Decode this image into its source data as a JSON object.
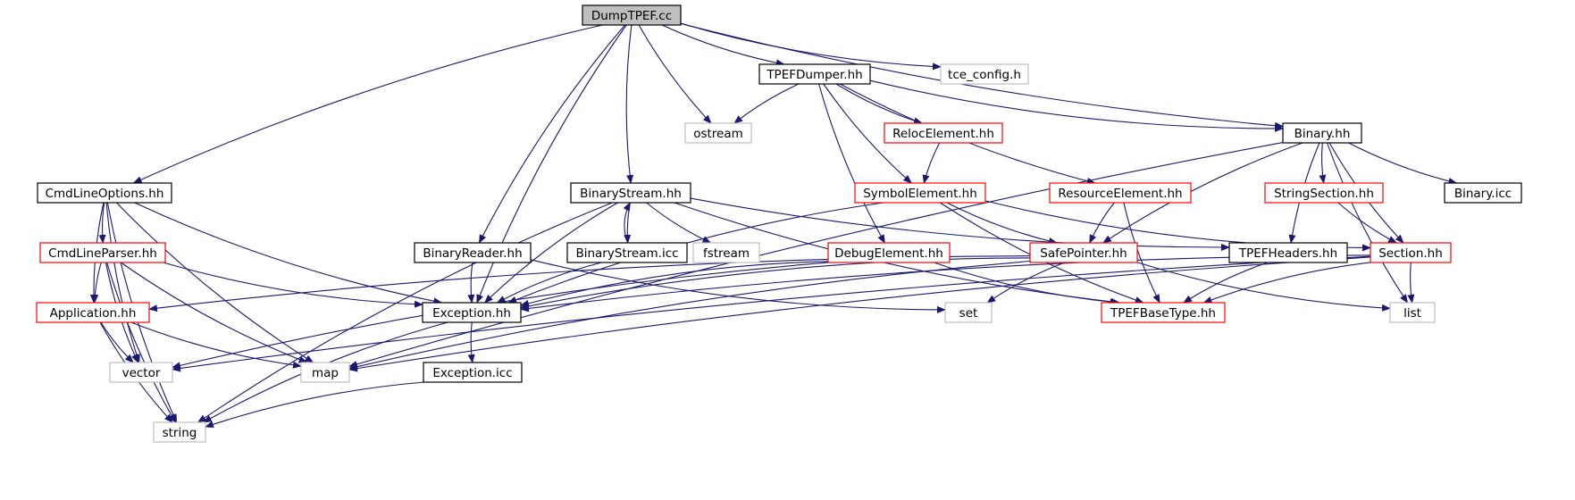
{
  "colors": {
    "edge": "#191970",
    "border_normal": "#000000",
    "border_truncated": "#ff0000",
    "border_system": "#bfbfbf",
    "root_fill": "#bfbfbf",
    "node_fill": "#ffffff"
  },
  "nodes": [
    {
      "id": "DumpTPEF.cc",
      "label": "DumpTPEF.cc",
      "kind": "root"
    },
    {
      "id": "TPEFDumper.hh",
      "label": "TPEFDumper.hh",
      "kind": "normal"
    },
    {
      "id": "tce_config.h",
      "label": "tce_config.h",
      "kind": "system"
    },
    {
      "id": "ostream",
      "label": "ostream",
      "kind": "system"
    },
    {
      "id": "RelocElement.hh",
      "label": "RelocElement.hh",
      "kind": "truncated"
    },
    {
      "id": "Binary.hh",
      "label": "Binary.hh",
      "kind": "normal"
    },
    {
      "id": "CmdLineOptions.hh",
      "label": "CmdLineOptions.hh",
      "kind": "normal"
    },
    {
      "id": "BinaryStream.hh",
      "label": "BinaryStream.hh",
      "kind": "normal"
    },
    {
      "id": "SymbolElement.hh",
      "label": "SymbolElement.hh",
      "kind": "truncated"
    },
    {
      "id": "ResourceElement.hh",
      "label": "ResourceElement.hh",
      "kind": "truncated"
    },
    {
      "id": "StringSection.hh",
      "label": "StringSection.hh",
      "kind": "truncated"
    },
    {
      "id": "Binary.icc",
      "label": "Binary.icc",
      "kind": "normal"
    },
    {
      "id": "CmdLineParser.hh",
      "label": "CmdLineParser.hh",
      "kind": "truncated"
    },
    {
      "id": "BinaryReader.hh",
      "label": "BinaryReader.hh",
      "kind": "normal"
    },
    {
      "id": "BinaryStream.icc",
      "label": "BinaryStream.icc",
      "kind": "normal"
    },
    {
      "id": "fstream",
      "label": "fstream",
      "kind": "system"
    },
    {
      "id": "DebugElement.hh",
      "label": "DebugElement.hh",
      "kind": "truncated"
    },
    {
      "id": "SafePointer.hh",
      "label": "SafePointer.hh",
      "kind": "truncated"
    },
    {
      "id": "TPEFHeaders.hh",
      "label": "TPEFHeaders.hh",
      "kind": "normal"
    },
    {
      "id": "Section.hh",
      "label": "Section.hh",
      "kind": "truncated"
    },
    {
      "id": "Application.hh",
      "label": "Application.hh",
      "kind": "truncated"
    },
    {
      "id": "Exception.hh",
      "label": "Exception.hh",
      "kind": "normal"
    },
    {
      "id": "set",
      "label": "set",
      "kind": "system"
    },
    {
      "id": "TPEFBaseType.hh",
      "label": "TPEFBaseType.hh",
      "kind": "truncated"
    },
    {
      "id": "list",
      "label": "list",
      "kind": "system"
    },
    {
      "id": "vector",
      "label": "vector",
      "kind": "system"
    },
    {
      "id": "map",
      "label": "map",
      "kind": "system"
    },
    {
      "id": "Exception.icc",
      "label": "Exception.icc",
      "kind": "normal"
    },
    {
      "id": "string",
      "label": "string",
      "kind": "system"
    }
  ],
  "edges": [
    [
      "DumpTPEF.cc",
      "TPEFDumper.hh"
    ],
    [
      "DumpTPEF.cc",
      "tce_config.h"
    ],
    [
      "DumpTPEF.cc",
      "ostream"
    ],
    [
      "DumpTPEF.cc",
      "Binary.hh"
    ],
    [
      "DumpTPEF.cc",
      "CmdLineOptions.hh"
    ],
    [
      "DumpTPEF.cc",
      "BinaryStream.hh"
    ],
    [
      "DumpTPEF.cc",
      "BinaryReader.hh"
    ],
    [
      "DumpTPEF.cc",
      "Exception.hh"
    ],
    [
      "TPEFDumper.hh",
      "ostream"
    ],
    [
      "TPEFDumper.hh",
      "RelocElement.hh"
    ],
    [
      "TPEFDumper.hh",
      "Binary.hh"
    ],
    [
      "TPEFDumper.hh",
      "SymbolElement.hh"
    ],
    [
      "TPEFDumper.hh",
      "ResourceElement.hh"
    ],
    [
      "TPEFDumper.hh",
      "DebugElement.hh"
    ],
    [
      "RelocElement.hh",
      "SymbolElement.hh"
    ],
    [
      "Binary.hh",
      "StringSection.hh"
    ],
    [
      "Binary.hh",
      "Binary.icc"
    ],
    [
      "Binary.hh",
      "SafePointer.hh"
    ],
    [
      "Binary.hh",
      "TPEFHeaders.hh"
    ],
    [
      "Binary.hh",
      "Section.hh"
    ],
    [
      "Binary.hh",
      "list"
    ],
    [
      "Binary.hh",
      "map"
    ],
    [
      "StringSection.hh",
      "Section.hh"
    ],
    [
      "CmdLineOptions.hh",
      "CmdLineParser.hh"
    ],
    [
      "CmdLineOptions.hh",
      "Application.hh"
    ],
    [
      "CmdLineOptions.hh",
      "Exception.hh"
    ],
    [
      "CmdLineOptions.hh",
      "vector"
    ],
    [
      "CmdLineOptions.hh",
      "map"
    ],
    [
      "CmdLineOptions.hh",
      "string"
    ],
    [
      "CmdLineParser.hh",
      "Application.hh"
    ],
    [
      "CmdLineParser.hh",
      "Exception.hh"
    ],
    [
      "CmdLineParser.hh",
      "vector"
    ],
    [
      "CmdLineParser.hh",
      "map"
    ],
    [
      "CmdLineParser.hh",
      "string"
    ],
    [
      "BinaryStream.hh",
      "BinaryStream.icc"
    ],
    [
      "BinaryStream.hh",
      "fstream"
    ],
    [
      "BinaryStream.hh",
      "Exception.hh"
    ],
    [
      "BinaryStream.hh",
      "TPEFHeaders.hh"
    ],
    [
      "BinaryStream.hh",
      "TPEFBaseType.hh"
    ],
    [
      "BinaryStream.hh",
      "string"
    ],
    [
      "BinaryStream.icc",
      "BinaryStream.hh"
    ],
    [
      "BinaryStream.icc",
      "Exception.hh"
    ],
    [
      "BinaryReader.hh",
      "Exception.hh"
    ],
    [
      "BinaryReader.hh",
      "set"
    ],
    [
      "SymbolElement.hh",
      "SafePointer.hh"
    ],
    [
      "SymbolElement.hh",
      "Section.hh"
    ],
    [
      "SymbolElement.hh",
      "TPEFBaseType.hh"
    ],
    [
      "SymbolElement.hh",
      "Exception.hh"
    ],
    [
      "ResourceElement.hh",
      "SafePointer.hh"
    ],
    [
      "ResourceElement.hh",
      "TPEFBaseType.hh"
    ],
    [
      "DebugElement.hh",
      "Exception.hh"
    ],
    [
      "DebugElement.hh",
      "TPEFBaseType.hh"
    ],
    [
      "DebugElement.hh",
      "vector"
    ],
    [
      "SafePointer.hh",
      "Exception.hh"
    ],
    [
      "SafePointer.hh",
      "set"
    ],
    [
      "SafePointer.hh",
      "list"
    ],
    [
      "SafePointer.hh",
      "map"
    ],
    [
      "SafePointer.hh",
      "Application.hh"
    ],
    [
      "TPEFHeaders.hh",
      "TPEFBaseType.hh"
    ],
    [
      "Section.hh",
      "TPEFBaseType.hh"
    ],
    [
      "Section.hh",
      "list"
    ],
    [
      "Section.hh",
      "map"
    ],
    [
      "Section.hh",
      "vector"
    ],
    [
      "Section.hh",
      "Exception.hh"
    ],
    [
      "Application.hh",
      "vector"
    ],
    [
      "Application.hh",
      "map"
    ],
    [
      "Application.hh",
      "string"
    ],
    [
      "Exception.hh",
      "Exception.icc"
    ],
    [
      "Exception.hh",
      "string"
    ],
    [
      "Exception.icc",
      "string"
    ]
  ]
}
